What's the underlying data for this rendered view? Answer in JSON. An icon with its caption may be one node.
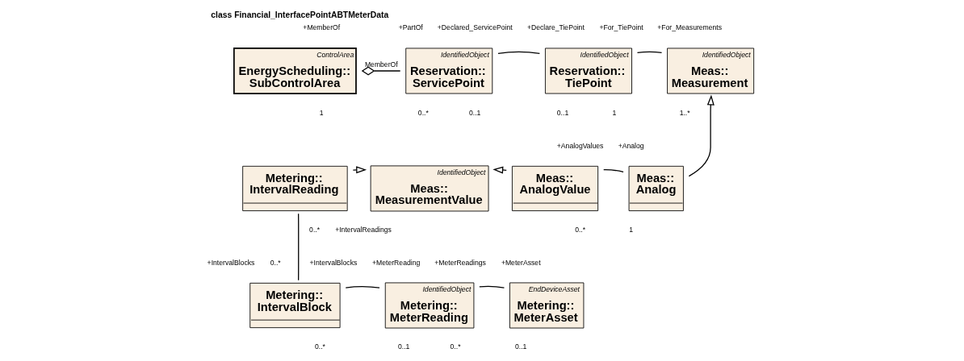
{
  "diagram": {
    "title": "class Financial_InterfacePointABTMeterData",
    "nodes": [
      {
        "text": [
          "ControlArea",
          "EnergyScheduling:: SubControlArea"
        ]
      },
      {
        "text": [
          "IdentifiedObject",
          "Reservation:: ServicePoint"
        ]
      },
      {
        "text": [
          "IdentifiedObject",
          "Reservation:: TiePoint"
        ]
      },
      {
        "text": [
          "IdentifiedObject",
          "Meas:: Measurement"
        ]
      },
      {
        "text": [
          "Metering:: IntervalReading"
        ]
      },
      {
        "text": [
          "IdentifiedObject",
          "Meas:: MeasurementValue"
        ]
      },
      {
        "text": [
          "Meas:: AnalogValue"
        ]
      },
      {
        "text": [
          "Meas:: Analog"
        ]
      },
      {
        "text": [
          "Metering:: IntervalBlock"
        ]
      },
      {
        "text": [
          "IdentifiedObject",
          "Metering:: MeterReading"
        ]
      },
      {
        "text": [
          "EndDeviceAsset",
          "Metering:: MeterAsset"
        ]
      }
    ],
    "edges": [
      {
        "from": 0,
        "to": 1,
        "arrow": "other",
        "label": "MemberOf"
      },
      {
        "from": 1,
        "to": 2,
        "arrow": "none"
      },
      {
        "from": 2,
        "to": 3,
        "arrow": "none"
      },
      {
        "from": 7,
        "to": 3,
        "arrow": "to"
      },
      {
        "from": 4,
        "to": 5,
        "arrow": "to"
      },
      {
        "from": 6,
        "to": 5,
        "arrow": "to"
      },
      {
        "from": 6,
        "to": 7,
        "arrow": "none"
      },
      {
        "from": 4,
        "to": 8,
        "arrow": "none"
      },
      {
        "from": 8,
        "to": 9,
        "arrow": "none"
      },
      {
        "from": 9,
        "to": 10,
        "arrow": "none"
      }
    ],
    "labels": [
      "+MemberOf",
      "+PartOf",
      "+Declared_ServicePoint",
      "+Declare_TiePoint",
      "+For_TiePoint",
      "+For_Measurements",
      "1",
      "0..*",
      "0..1",
      "0..1",
      "1",
      "1..*",
      "+AnalogValues",
      "+Analog",
      "+IntervalReadings",
      "0..*",
      "0..*",
      "1",
      "+IntervalBlocks",
      "0..*",
      "+IntervalBlocks",
      "+MeterReading",
      "+MeterReadings",
      "+MeterAsset",
      "0..*",
      "0..1",
      "0..*",
      "0..1"
    ]
  }
}
